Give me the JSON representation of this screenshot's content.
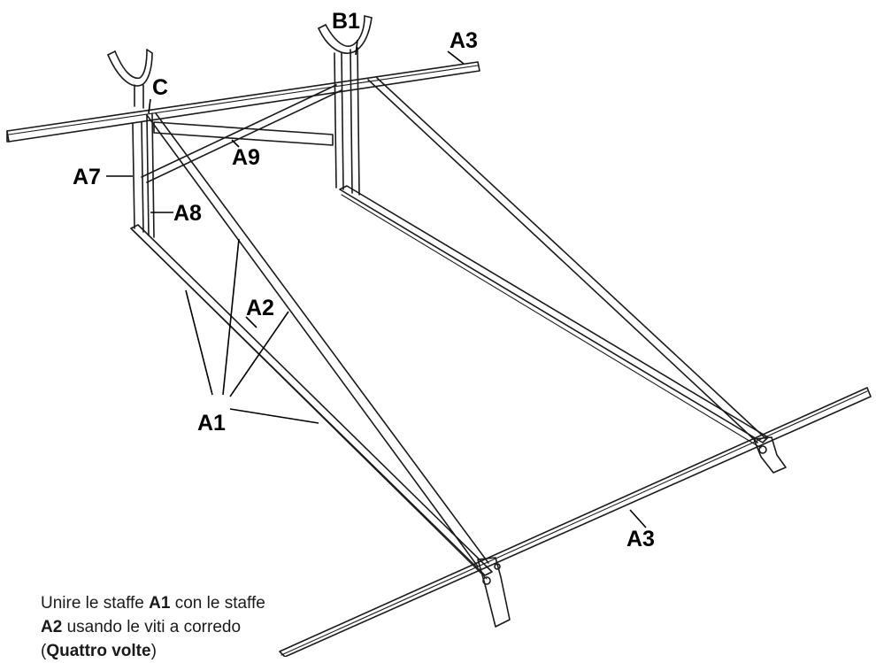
{
  "labels": {
    "B1": "B1",
    "A3_top": "A3",
    "C": "C",
    "A9": "A9",
    "A7": "A7",
    "A8": "A8",
    "A2": "A2",
    "A1": "A1",
    "A3_bottom": "A3"
  },
  "caption": {
    "part1": "Unire le staffe ",
    "bold1": "A1",
    "part2": " con le staffe",
    "bold2": "A2",
    "part3": " usando le viti a corredo",
    "line3_open": "(",
    "bold3": "Quattro volte",
    "line3_close": ")"
  }
}
